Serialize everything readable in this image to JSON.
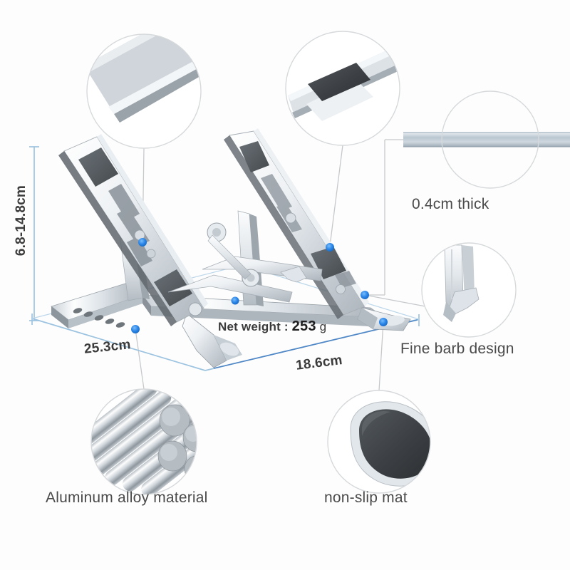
{
  "product": {
    "type": "folding laptop stand infographic",
    "background_color": "#fdfdfd"
  },
  "dimensions": {
    "height_label": "6.8-14.8cm",
    "width_label": "25.3cm",
    "depth_label": "18.6cm",
    "thickness_label": "0.4cm thick",
    "dimension_line_color": "#9cc3e0"
  },
  "weight": {
    "prefix": "Net weight :",
    "value": "253",
    "unit": "g"
  },
  "features": [
    {
      "id": "aluminum",
      "label": "Aluminum alloy material",
      "icon": "aluminum-rods-icon"
    },
    {
      "id": "nonslip",
      "label": "non-slip mat",
      "icon": "rubber-pad-icon"
    },
    {
      "id": "barb",
      "label": "Fine barb design",
      "icon": "barb-hook-icon"
    },
    {
      "id": "thick",
      "label": "0.4cm thick",
      "icon": "thin-bar-icon"
    }
  ],
  "callouts": {
    "top_left": {
      "name": "brushed-edge-detail"
    },
    "top_center": {
      "name": "rubber-pad-detail"
    },
    "right_top": {
      "name": "panel-thickness-detail"
    },
    "right_mid": {
      "name": "barb-hook-detail"
    },
    "bottom_left": {
      "name": "aluminum-rods-detail"
    },
    "bottom_mid": {
      "name": "non-slip-mat-detail"
    }
  },
  "marker_color": "#1f7de0",
  "metal": {
    "light": "#f4f6f8",
    "mid": "#d8dde2",
    "dark": "#9aa2aa",
    "pad": "#5b6166"
  }
}
